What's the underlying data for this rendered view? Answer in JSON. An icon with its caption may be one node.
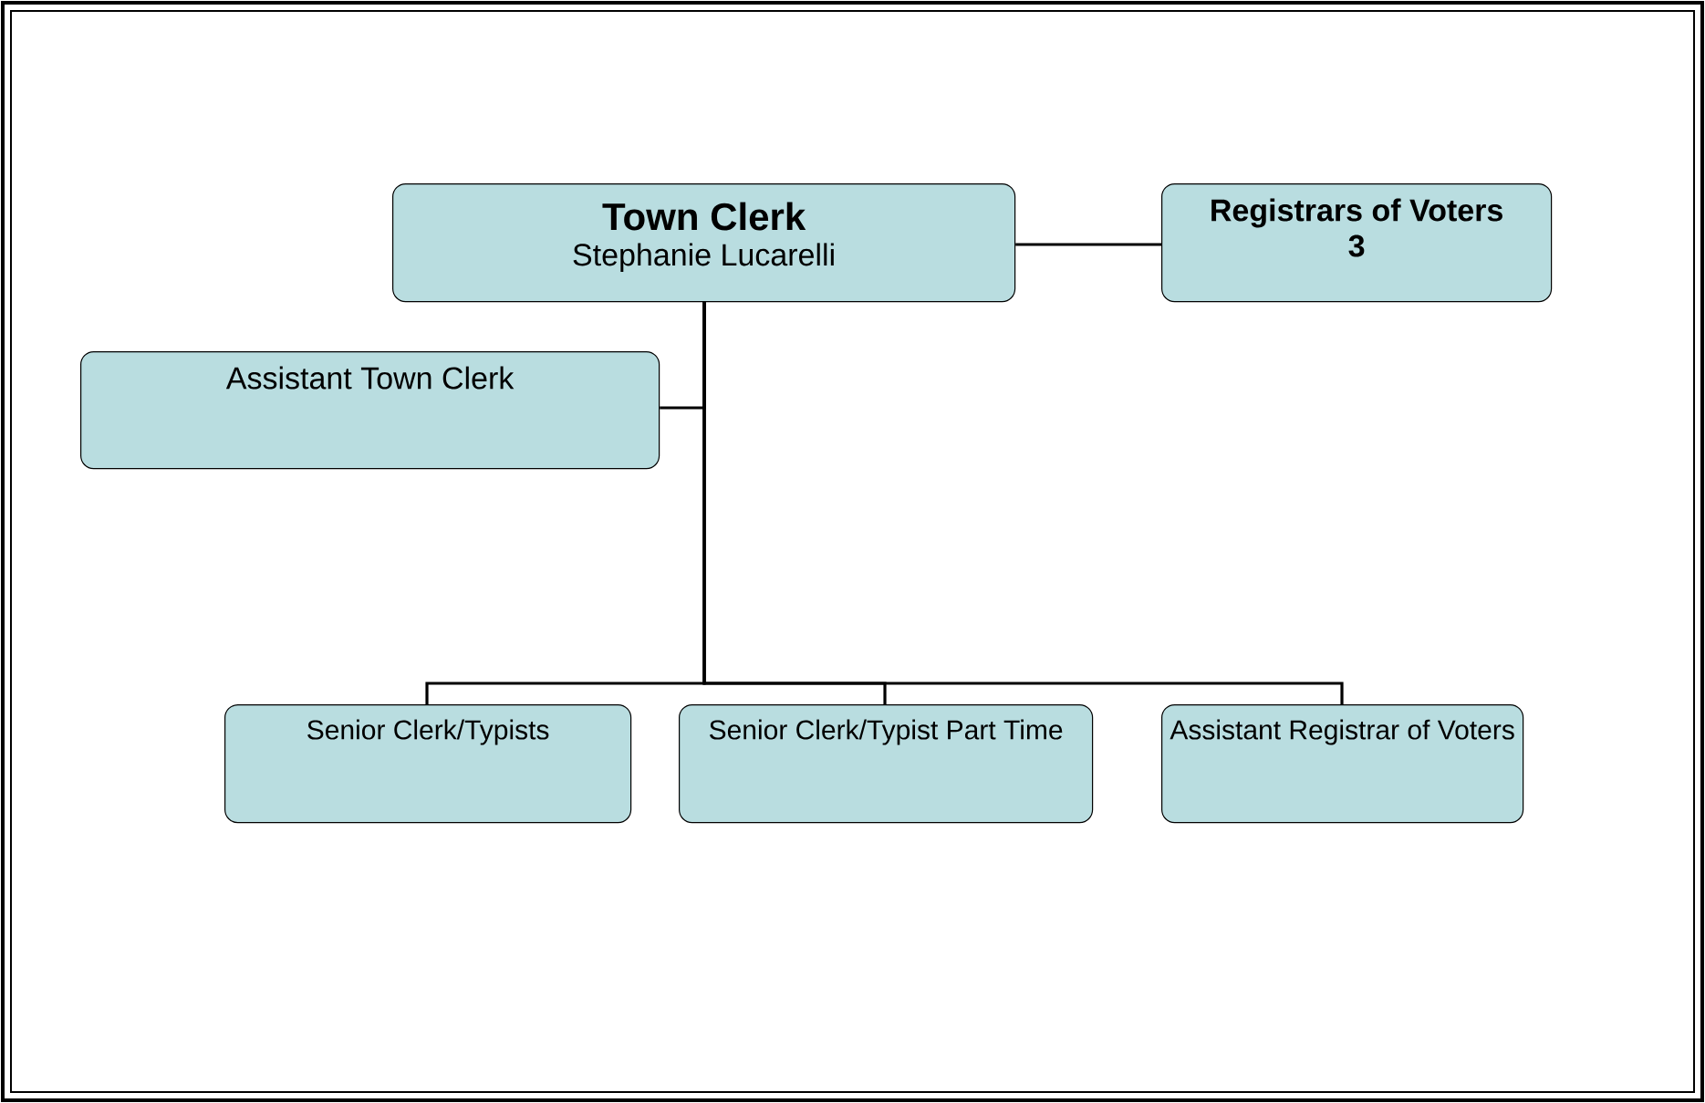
{
  "diagram": {
    "nodes": [
      {
        "text": [
          "Town Clerk",
          "Stephanie Lucarelli"
        ]
      },
      {
        "text": [
          "Registrars of Voters",
          "3"
        ]
      },
      {
        "text": [
          "Assistant Town Clerk"
        ]
      },
      {
        "text": [
          "Senior Clerk/Typists"
        ]
      },
      {
        "text": [
          "Senior Clerk/Typist Part Time"
        ]
      },
      {
        "text": [
          "Assistant Registrar of Voters"
        ]
      }
    ],
    "edges": [
      {
        "from": 0,
        "to": 1,
        "arrow": "none"
      },
      {
        "from": 0,
        "to": 2,
        "arrow": "none"
      },
      {
        "from": 0,
        "to": 3,
        "arrow": "none"
      },
      {
        "from": 0,
        "to": 4,
        "arrow": "none"
      },
      {
        "from": 0,
        "to": 5,
        "arrow": "none"
      }
    ]
  }
}
